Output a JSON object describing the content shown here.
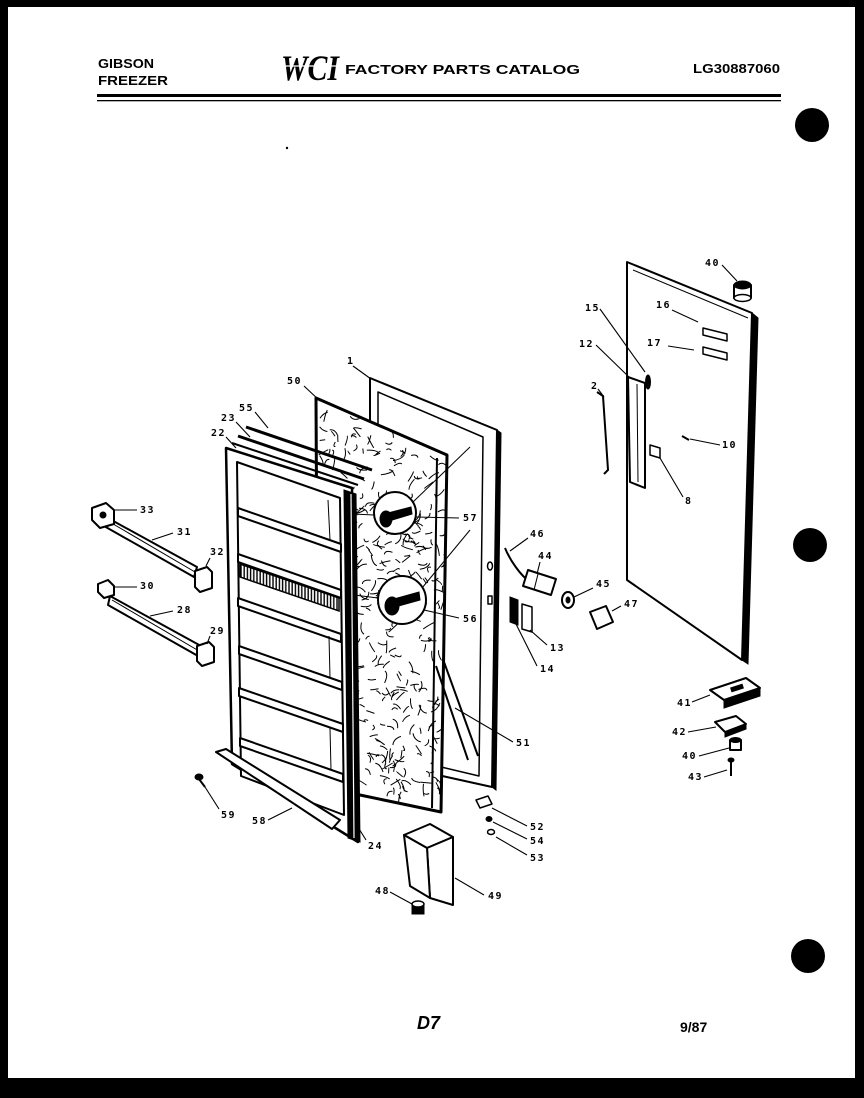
{
  "header": {
    "brand": "GIBSON",
    "product": "FREEZER",
    "logo": "WCI",
    "catalog_title": "FACTORY PARTS CATALOG",
    "model_number": "LG30887060"
  },
  "diagram": {
    "callouts": [
      "40",
      "16",
      "15",
      "17",
      "12",
      "2",
      "1",
      "50",
      "55",
      "23",
      "22",
      "10",
      "8",
      "33",
      "31",
      "57",
      "46",
      "44",
      "32",
      "30",
      "45",
      "28",
      "47",
      "56",
      "29",
      "13",
      "14",
      "41",
      "42",
      "40",
      "43",
      "51",
      "59",
      "58",
      "52",
      "54",
      "24",
      "53",
      "48",
      "49"
    ]
  },
  "footer": {
    "page": "D7",
    "date": "9/87"
  }
}
